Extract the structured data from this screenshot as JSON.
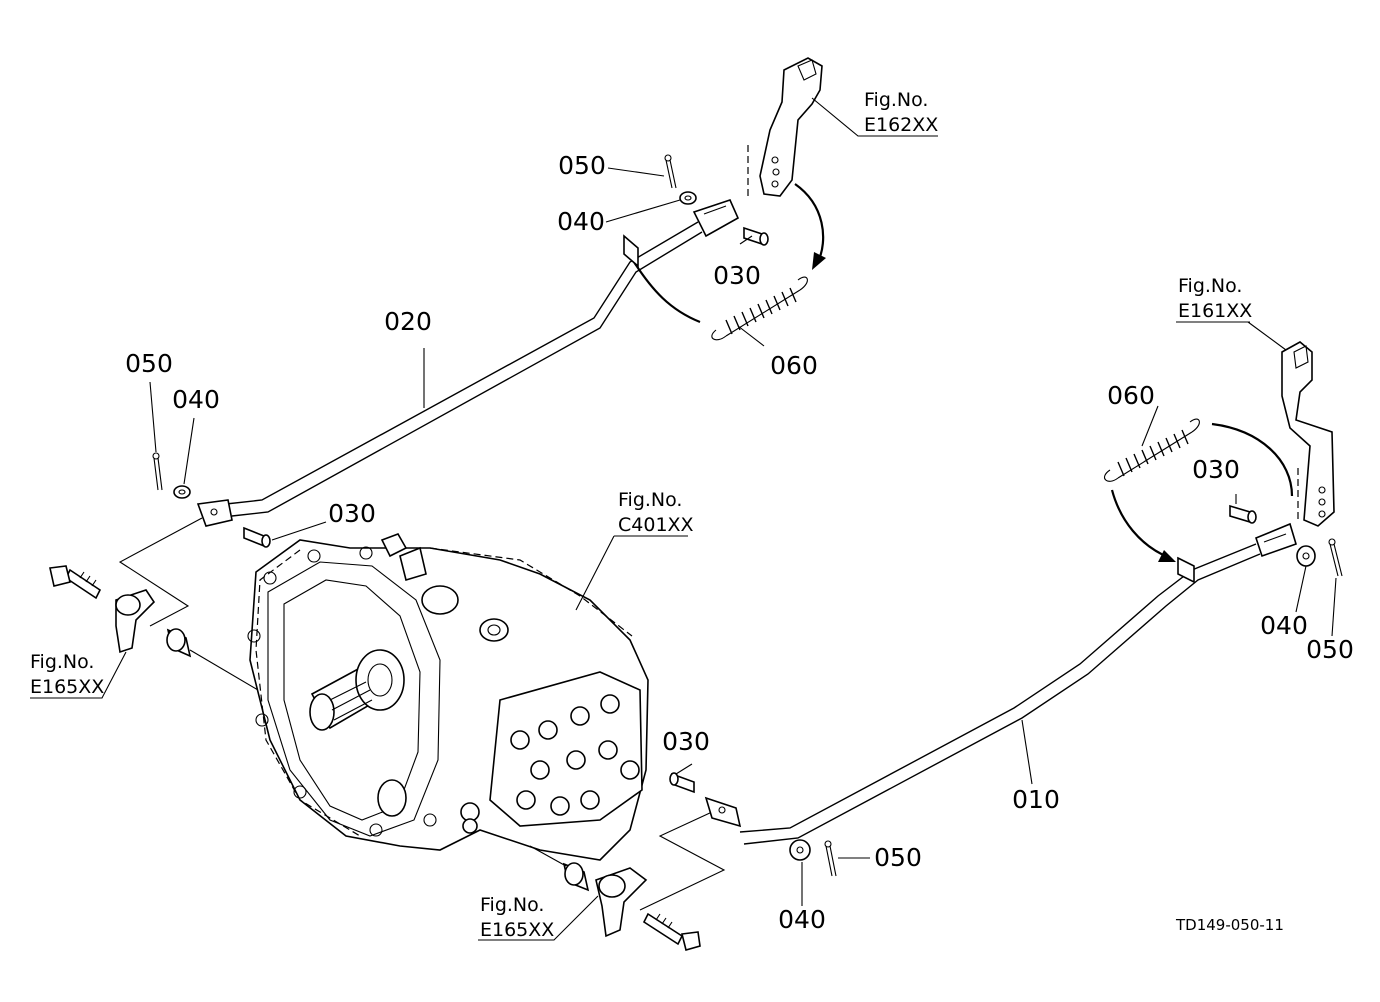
{
  "diagram": {
    "code": "TD149-050-11",
    "parts": {
      "p010": "010",
      "p020": "020",
      "p030_top": "030",
      "p030_left": "030",
      "p030_right": "030",
      "p030_mid": "030",
      "p040_top": "040",
      "p040_left": "040",
      "p040_right": "040",
      "p040_bottom": "040",
      "p050_top": "050",
      "p050_left": "050",
      "p050_right": "050",
      "p050_bottom": "050",
      "p060_top": "060",
      "p060_right": "060"
    },
    "refs": {
      "e162": {
        "label": "Fig.No.",
        "code": "E162XX"
      },
      "e161": {
        "label": "Fig.No.",
        "code": "E161XX"
      },
      "c401": {
        "label": "Fig.No.",
        "code": "C401XX"
      },
      "e165_left": {
        "label": "Fig.No.",
        "code": "E165XX"
      },
      "e165_bottom": {
        "label": "Fig.No.",
        "code": "E165XX"
      }
    }
  }
}
